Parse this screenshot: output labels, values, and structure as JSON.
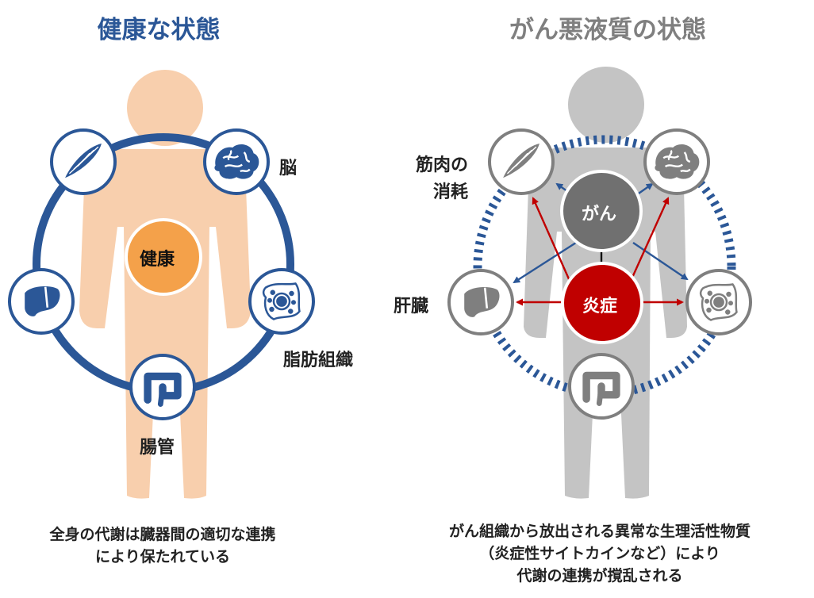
{
  "left_panel": {
    "title": "健康な状態",
    "center_label": "健康",
    "labels": {
      "brain": "脳",
      "adipose": "脂肪組織",
      "intestine": "腸管"
    },
    "caption_line1": "全身の代謝は臓器間の適切な連携",
    "caption_line2": "により保たれている"
  },
  "right_panel": {
    "title": "がん悪液質の状態",
    "cancer_label": "がん",
    "inflammation_label": "炎症",
    "labels": {
      "muscle_line1": "筋肉の",
      "muscle_line2": "消耗",
      "liver": "肝臓"
    },
    "caption_line1": "がん組織から放出される異常な生理活性物質",
    "caption_line2": "（炎症性サイトカインなど）により",
    "caption_line3": "代謝の連携が撹乱される"
  },
  "colors": {
    "healthy_accent": "#2b5797",
    "healthy_body": "#f8cfad",
    "healthy_center": "#f4a14a",
    "cachexia_body": "#c4c4c4",
    "cachexia_gray": "#7f7f7f",
    "cancer_circle": "#707070",
    "inflammation": "#c00000"
  },
  "icons": [
    "muscle-icon",
    "brain-icon",
    "liver-icon",
    "adipose-cell-icon",
    "intestine-icon"
  ]
}
